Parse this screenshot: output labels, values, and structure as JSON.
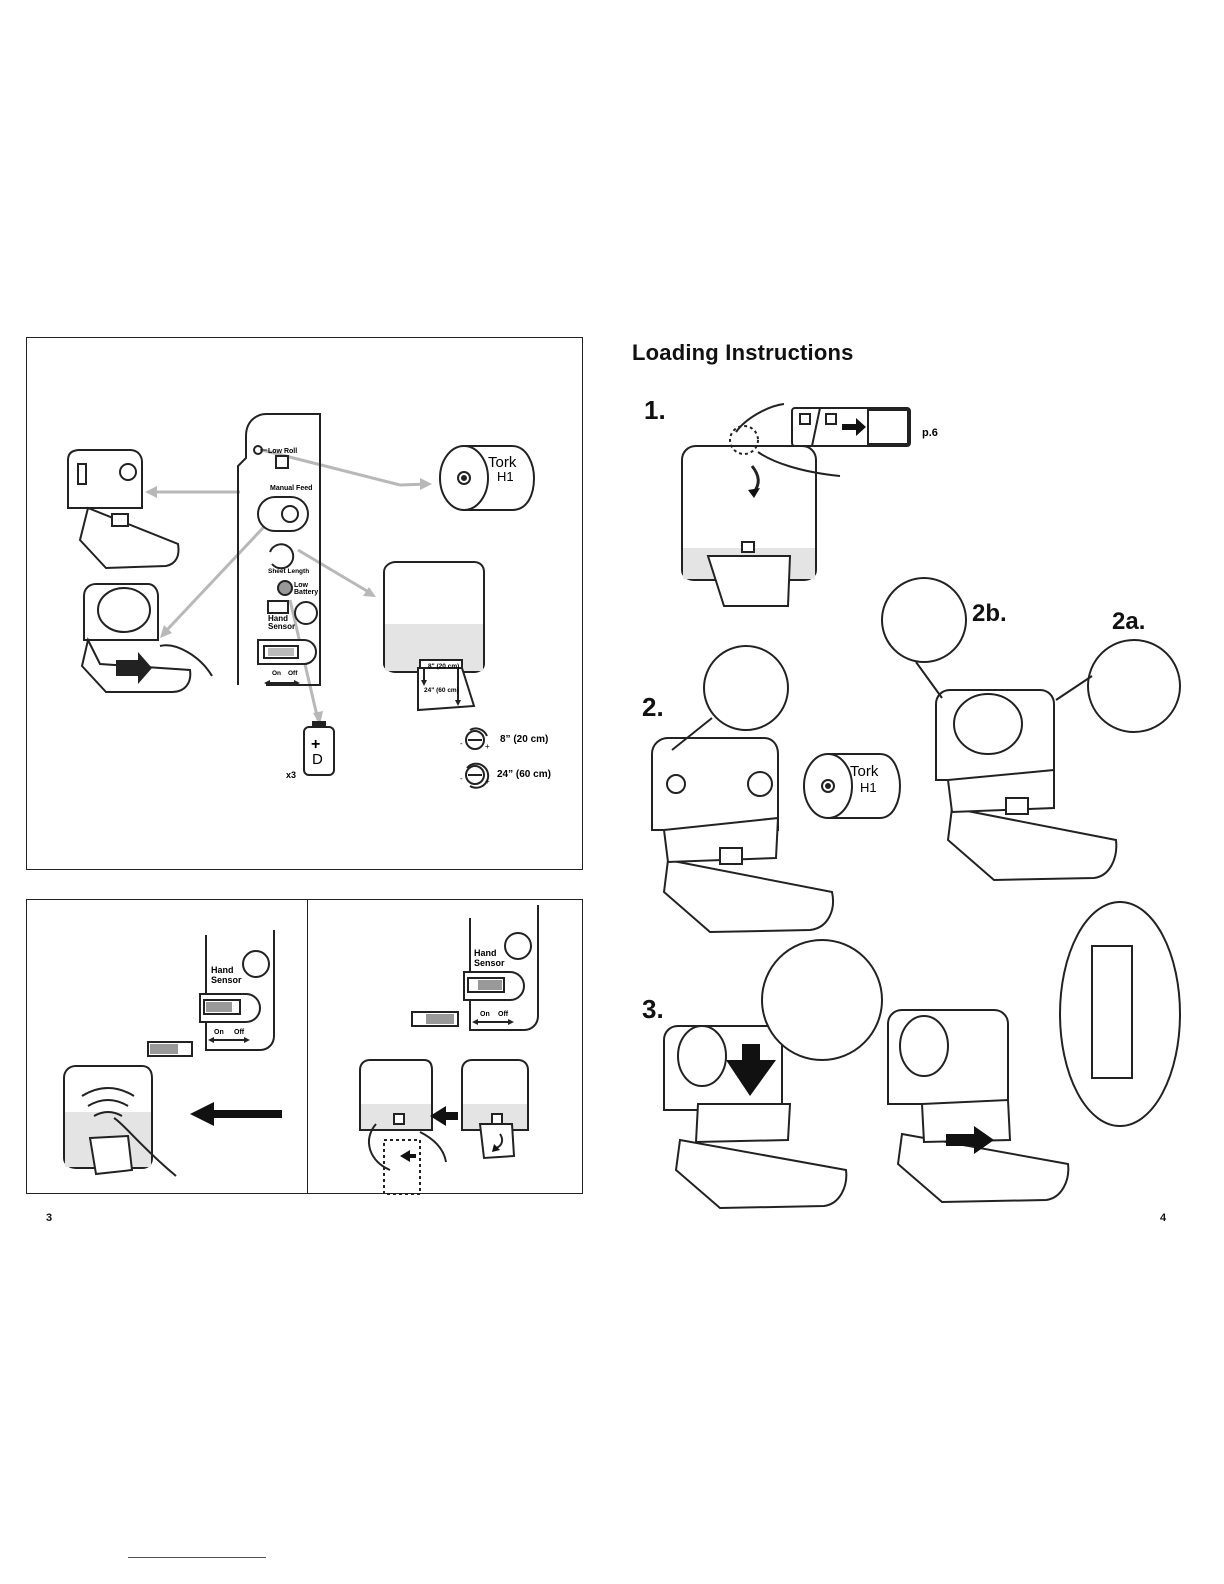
{
  "left_page": {
    "panel_top": {
      "control_panel": {
        "low_roll": "Low Roll",
        "manual_feed": "Manual Feed",
        "sheet_length": "Sheet Length",
        "low_battery_line1": "Low",
        "low_battery_line2": "Battery",
        "hand_sensor_line1": "Hand",
        "hand_sensor_line2": "Sensor",
        "on": "On",
        "off": "Off"
      },
      "roll_label_line1": "Tork",
      "roll_label_line2": "H1",
      "sheet_short": "8\" (20 cm)",
      "sheet_long": "24\" (60 cm)",
      "battery_symbol": "+",
      "battery_type": "D",
      "battery_qty": "x3",
      "setting_short": "8” (20 cm)",
      "setting_long": "24” (60 cm)"
    },
    "panel_bottom": {
      "left": {
        "hand_line1": "Hand",
        "hand_line2": "Sensor",
        "on": "On",
        "off": "Off"
      },
      "right": {
        "hand_line1": "Hand",
        "hand_line2": "Sensor",
        "on": "On",
        "off": "Off"
      }
    },
    "page_number": "3"
  },
  "right_page": {
    "title": "Loading Instructions",
    "step1": "1.",
    "page_ref": "p.6",
    "step2": "2.",
    "step2b": "2b.",
    "step2a": "2a.",
    "roll_label_line1": "Tork",
    "roll_label_line2": "H1",
    "step3": "3.",
    "page_number": "4"
  },
  "colors": {
    "line": "#222222",
    "arrow_gray": "#b8b8b8",
    "shade": "#e4e4e4",
    "link": "#2a4bd0"
  }
}
